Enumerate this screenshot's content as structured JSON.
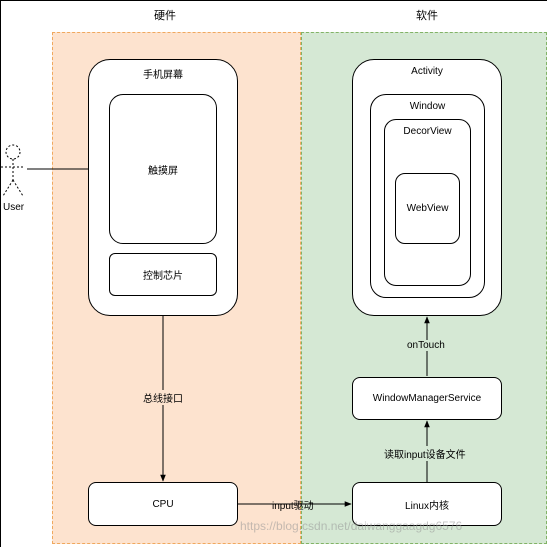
{
  "sections": {
    "hardware": "硬件",
    "software": "软件"
  },
  "actor": {
    "label": "User"
  },
  "hardware": {
    "screen": "手机屏幕",
    "touch_screen": "触摸屏",
    "control_chip": "控制芯片",
    "cpu": "CPU"
  },
  "software": {
    "activity": "Activity",
    "window": "Window",
    "decor_view": "DecorView",
    "web_view": "WebView",
    "wms": "WindowManagerService",
    "linux": "Linux内核"
  },
  "edges": {
    "bus": "总线接口",
    "input_driver": "input驱动",
    "read_input": "读取input设备文件",
    "on_touch": "onTouch"
  },
  "watermark": "https://blog.csdn.net/daiwanggaagdg6576"
}
